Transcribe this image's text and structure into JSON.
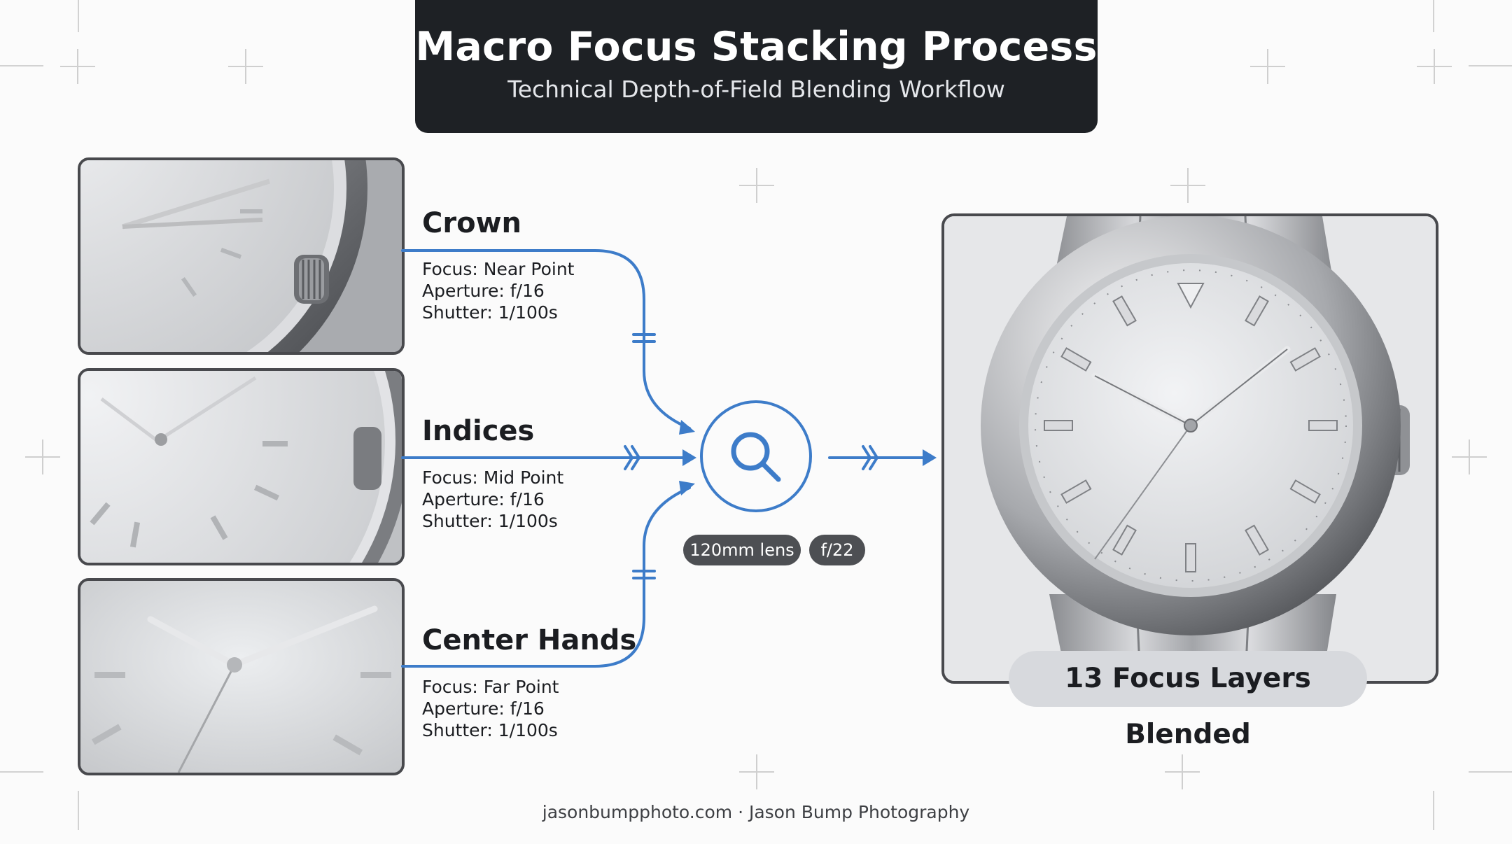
{
  "header": {
    "title": "Macro Focus Stacking Process",
    "subtitle": "Technical Depth-of-Field Blending Workflow"
  },
  "steps": [
    {
      "title": "Crown",
      "focus": "Focus: Near Point",
      "aperture": "Aperture: f/16",
      "shutter": "Shutter: 1/100s"
    },
    {
      "title": "Indices",
      "focus": "Focus: Mid Point",
      "aperture": "Aperture: f/16",
      "shutter": "Shutter: 1/100s"
    },
    {
      "title": "Center Hands",
      "focus": "Focus: Far Point",
      "aperture": "Aperture: f/16",
      "shutter": "Shutter: 1/100s"
    }
  ],
  "blend": {
    "icon": "magnifier-icon",
    "lens": "120mm lens",
    "aperture": "f/22"
  },
  "result": {
    "label": "13 Focus Layers Blended"
  },
  "footer": "jasonbumpphoto.com · Jason Bump Photography",
  "colors": {
    "accent": "#3d7cc9",
    "title_bg": "#1e2125",
    "pill_bg": "#4d4f53",
    "frame": "#48494d"
  }
}
